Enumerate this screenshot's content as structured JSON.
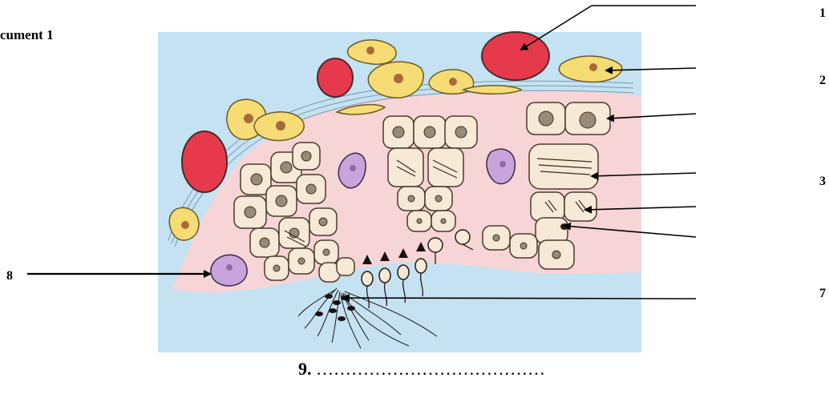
{
  "document": {
    "title": "cument 1"
  },
  "figure": {
    "right_labels": [
      "1",
      "2",
      "3",
      "7"
    ],
    "left_label": "8",
    "caption_number": "9.",
    "caption_blank": "…………………………………"
  },
  "colors": {
    "background_tissue": "#c4e2f2",
    "tubule_lumen": "#f7d4d6",
    "blood_vessel": "#e63a4c",
    "interstitial_cell": "#f5dc74",
    "germ_cell": "#f6e9d8",
    "sertoli_cell": "#c9a4dc"
  }
}
